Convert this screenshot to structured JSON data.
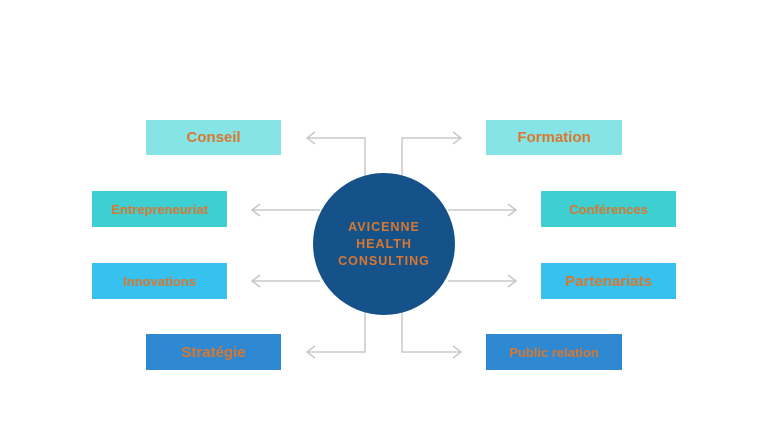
{
  "center": {
    "line1": "AVICENNE",
    "line2": "HEALTH",
    "line3": "CONSULTING",
    "color": "#15528a"
  },
  "nodes": {
    "conseil": "Conseil",
    "formation": "Formation",
    "entrepreneuriat": "Entrepreneuriat",
    "conferences": "Conférences",
    "innovations": "Innovations",
    "partenariats": "Partenariats",
    "strategie": "Stratégie",
    "public_relation": "Public relation"
  },
  "colors": {
    "text": "#d9772e",
    "row1": "#86e4e7",
    "row2": "#3ecfd3",
    "row3": "#36c1ee",
    "row4": "#2e88d2",
    "connector": "#c8c8c8"
  }
}
